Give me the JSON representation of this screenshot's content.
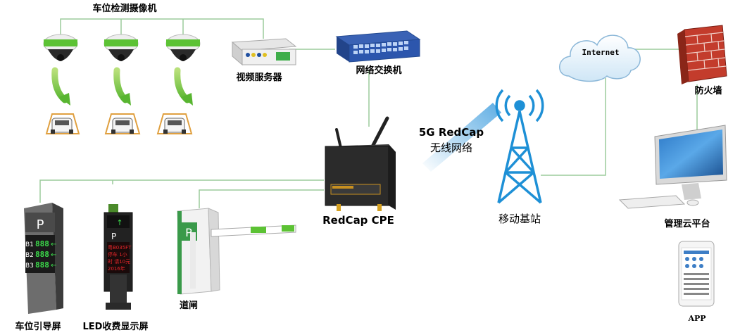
{
  "labels": {
    "camera_group": "车位检测摄像机",
    "video_server": "视频服务器",
    "switch": "网络交换机",
    "wireless_5g": "5G RedCap",
    "wireless_net": "无线网络",
    "cpe": "RedCap CPE",
    "base_station": "移动基站",
    "internet": "Internet",
    "firewall": "防火墙",
    "cloud_platform": "管理云平台",
    "app": "APP",
    "guide_screen": "车位引导屏",
    "led_screen": "LED收费显示屏",
    "barrier": "道闸"
  },
  "guide_panel": {
    "parking_symbol": "P",
    "rows": [
      {
        "level": "B1",
        "count": "888"
      },
      {
        "level": "B2",
        "count": "888"
      },
      {
        "level": "B3",
        "count": "888"
      }
    ]
  },
  "led_panel": {
    "parking_symbol": "P",
    "lines": [
      "粤B035FT",
      "停车 1小",
      "时 请10元",
      "2016年"
    ]
  },
  "barrier_panel": {
    "parking_symbol": "P"
  },
  "colors": {
    "line_green": "#9bcb9b",
    "camera_green": "#5cc234",
    "signal_blue": "#1e90d6",
    "led_red": "#e8262a",
    "guide_green": "#3bd94a"
  }
}
